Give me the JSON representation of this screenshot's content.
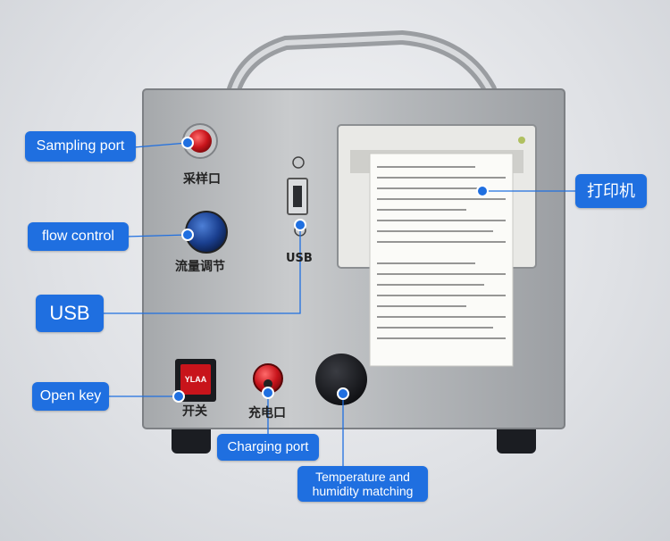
{
  "device_labels": {
    "sampling_port": "采样口",
    "flow_control": "流量调节",
    "usb": "USB",
    "switch": "开关",
    "charging_port": "充电口",
    "switch_button_text": "YLAA"
  },
  "callouts": {
    "sampling_port": "Sampling port",
    "flow_control": "flow control",
    "usb": "USB",
    "printer": "打印机",
    "open_key": "Open key",
    "charging_port": "Charging port",
    "temp_humidity": "Temperature and humidity matching"
  },
  "colors": {
    "callout_blue": "#1f6fe0",
    "panel_steel": "#b9bcbf",
    "red_port": "#c8141b"
  }
}
